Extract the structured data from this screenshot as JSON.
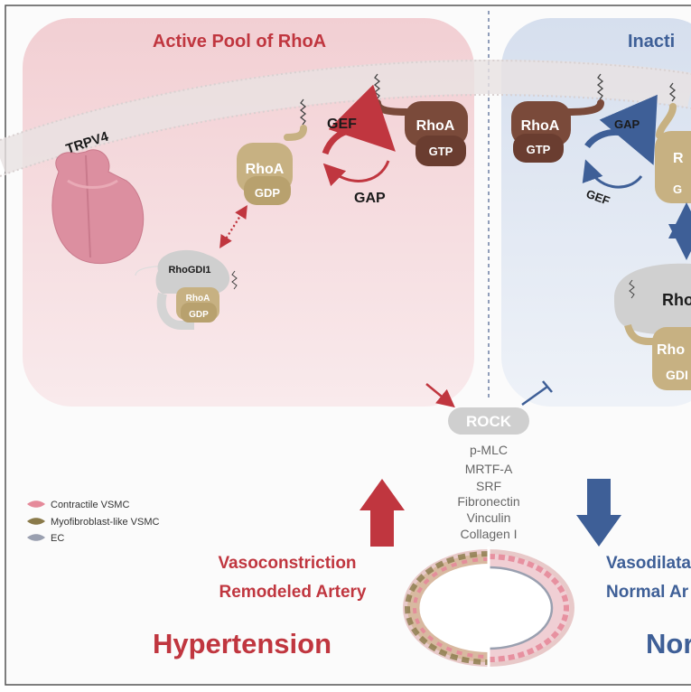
{
  "panels": {
    "active_title": "Active Pool of RhoA",
    "inactive_title": "Inacti"
  },
  "proteins": {
    "trpv4": "TRPV4",
    "rhoa": "RhoA",
    "gdp": "GDP",
    "gtp": "GTP",
    "rhogdi1": "RhoGDI1",
    "rhoa_small": "RhoA",
    "gdp_small": "GDP",
    "rho_partial": "Rho",
    "rho_partial_2": "Rho",
    "gd_partial": "GD",
    "gd_partial_2": "GDI",
    "r_partial": "R",
    "g_partial": "G"
  },
  "cycle": {
    "gef": "GEF",
    "gap": "GAP"
  },
  "pathway": {
    "rock": "ROCK",
    "targets": [
      "p-MLC",
      "MRTF-A",
      "SRF",
      "Fibronectin",
      "Vinculin",
      "Collagen I"
    ]
  },
  "legend": {
    "items": [
      {
        "label": "Contractile VSMC",
        "color": "#e58a9a"
      },
      {
        "label": "Myofibroblast-like VSMC",
        "color": "#8a7a4a"
      },
      {
        "label": "EC",
        "color": "#9aa0b0"
      }
    ]
  },
  "outcomes": {
    "left_line1": "Vasoconstriction",
    "left_line2": "Remodeled Artery",
    "left_title": "Hypertension",
    "right_line1": "Vasodilata",
    "right_line2": "Normal Ar",
    "right_title": "Nor"
  },
  "colors": {
    "red": "#c0363f",
    "blue": "#3e5f97",
    "brown": "#7a4a3a",
    "tan": "#c7b182",
    "active_bg": "#f4d6d8",
    "inactive_bg": "#dde5f1"
  }
}
